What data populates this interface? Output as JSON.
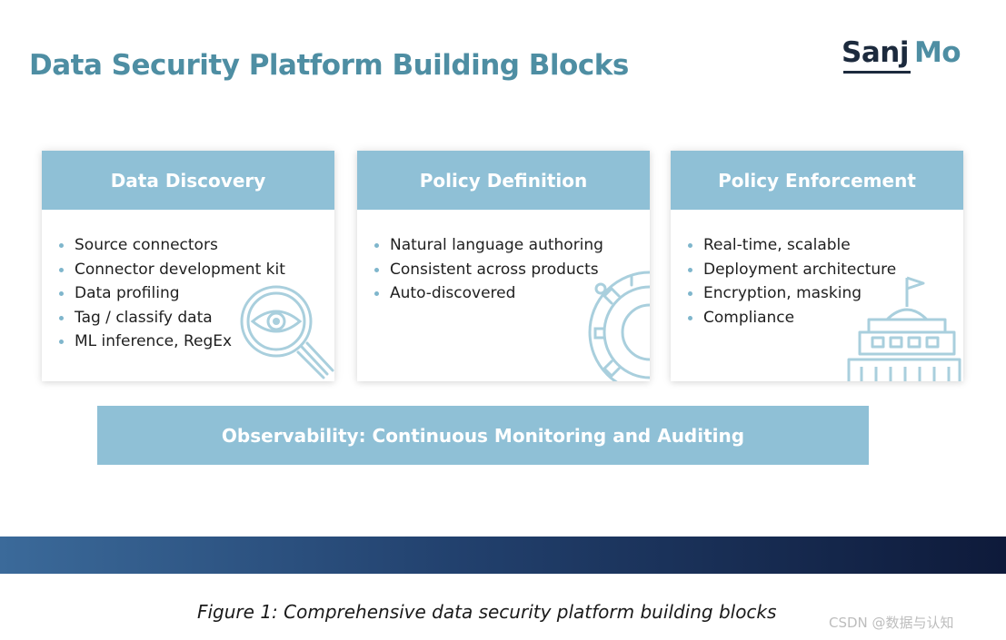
{
  "title": "Data Security Platform Building Blocks",
  "logo": {
    "part1": "Sanj",
    "part2": "Mo"
  },
  "cards": [
    {
      "title": "Data Discovery",
      "items": [
        "Source connectors",
        "Connector development kit",
        "Data profiling",
        "Tag / classify data",
        "ML inference, RegEx"
      ],
      "icon": "magnifier-eye-icon"
    },
    {
      "title": "Policy Definition",
      "items": [
        "Natural language authoring",
        "Consistent across products",
        "Auto-discovered"
      ],
      "icon": "gear-icon"
    },
    {
      "title": "Policy Enforcement",
      "items": [
        "Real-time, scalable",
        "Deployment architecture",
        "Encryption, masking",
        "Compliance"
      ],
      "icon": "government-building-icon"
    }
  ],
  "observability": "Observability: Continuous Monitoring and Auditing",
  "caption": "Figure 1: Comprehensive data security platform building blocks",
  "watermark": "CSDN @数据与认知",
  "colors": {
    "title": "#4e8ea3",
    "header_fill": "#8fc0d6",
    "bullet": "#7fb6cc",
    "band_start": "#3b6a9a",
    "band_end": "#0e1a3a",
    "logo_dark": "#1c2a3d"
  }
}
